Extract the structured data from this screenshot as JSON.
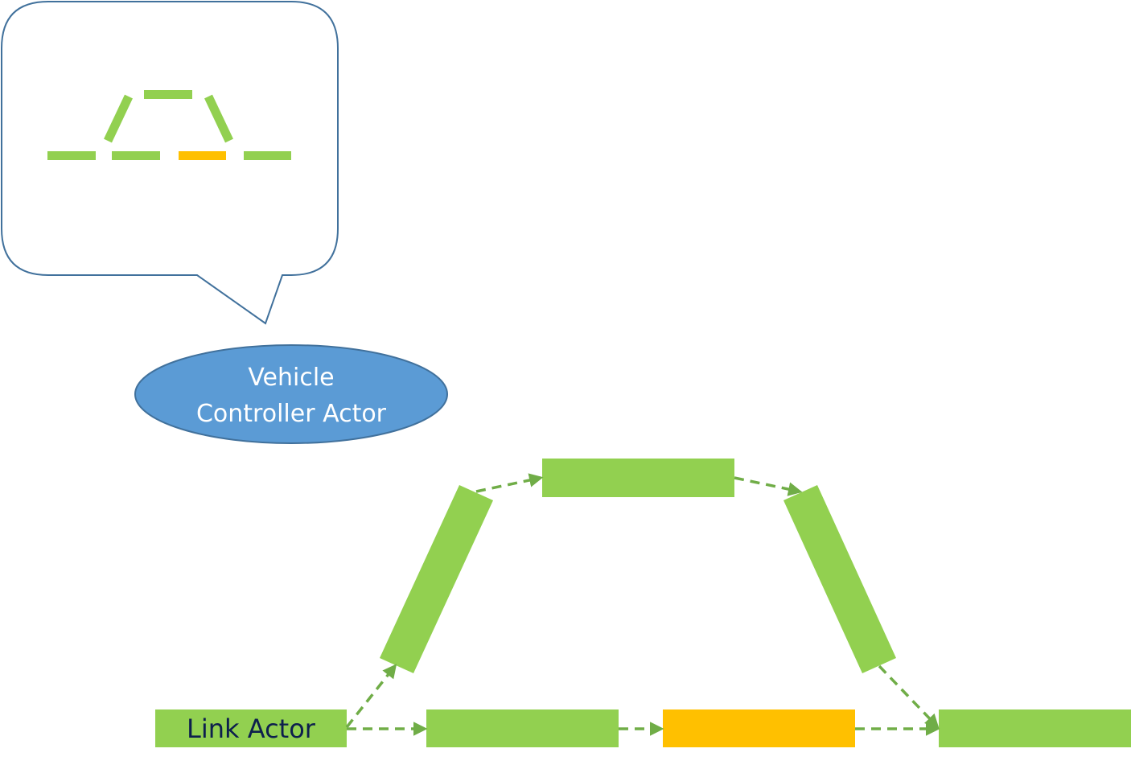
{
  "colors": {
    "link_green": "#92d050",
    "link_amber": "#ffc000",
    "arrow_green": "#70ad47",
    "ellipse_fill": "#5b9bd5",
    "ellipse_stroke": "#41719c",
    "callout_stroke": "#41719c",
    "link_label_text": "#0d1f4d",
    "ellipse_text": "#ffffff"
  },
  "vehicle_controller": {
    "label_line1": "Vehicle",
    "label_line2": "Controller Actor"
  },
  "link_actor": {
    "label": "Link Actor"
  }
}
